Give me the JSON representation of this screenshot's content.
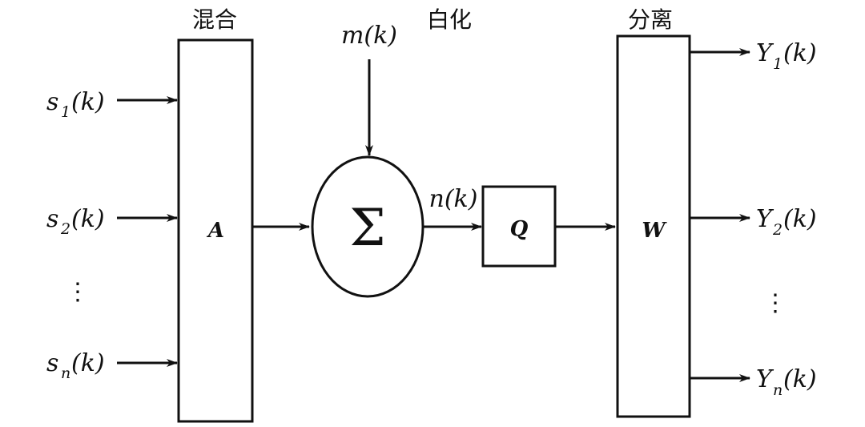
{
  "labels": {
    "mix": "混合",
    "whiten": "白化",
    "separate": "分离"
  },
  "blocks": {
    "mix": "A",
    "sum": "Σ",
    "whiten": "Q",
    "separate": "W"
  },
  "inputs": [
    {
      "base": "s",
      "sub": "1",
      "arg": "(k)"
    },
    {
      "base": "s",
      "sub": "2",
      "arg": "(k)"
    },
    {
      "base": "s",
      "sub": "n",
      "arg": "(k)"
    }
  ],
  "outputs": [
    {
      "base": "Y",
      "sub": "1",
      "arg": "(k)"
    },
    {
      "base": "Y",
      "sub": "2",
      "arg": "(k)"
    },
    {
      "base": "Y",
      "sub": "n",
      "arg": "(k)"
    }
  ],
  "signals": {
    "m": "m(k)",
    "n": "n(k)"
  },
  "ellipsis": "⋮"
}
